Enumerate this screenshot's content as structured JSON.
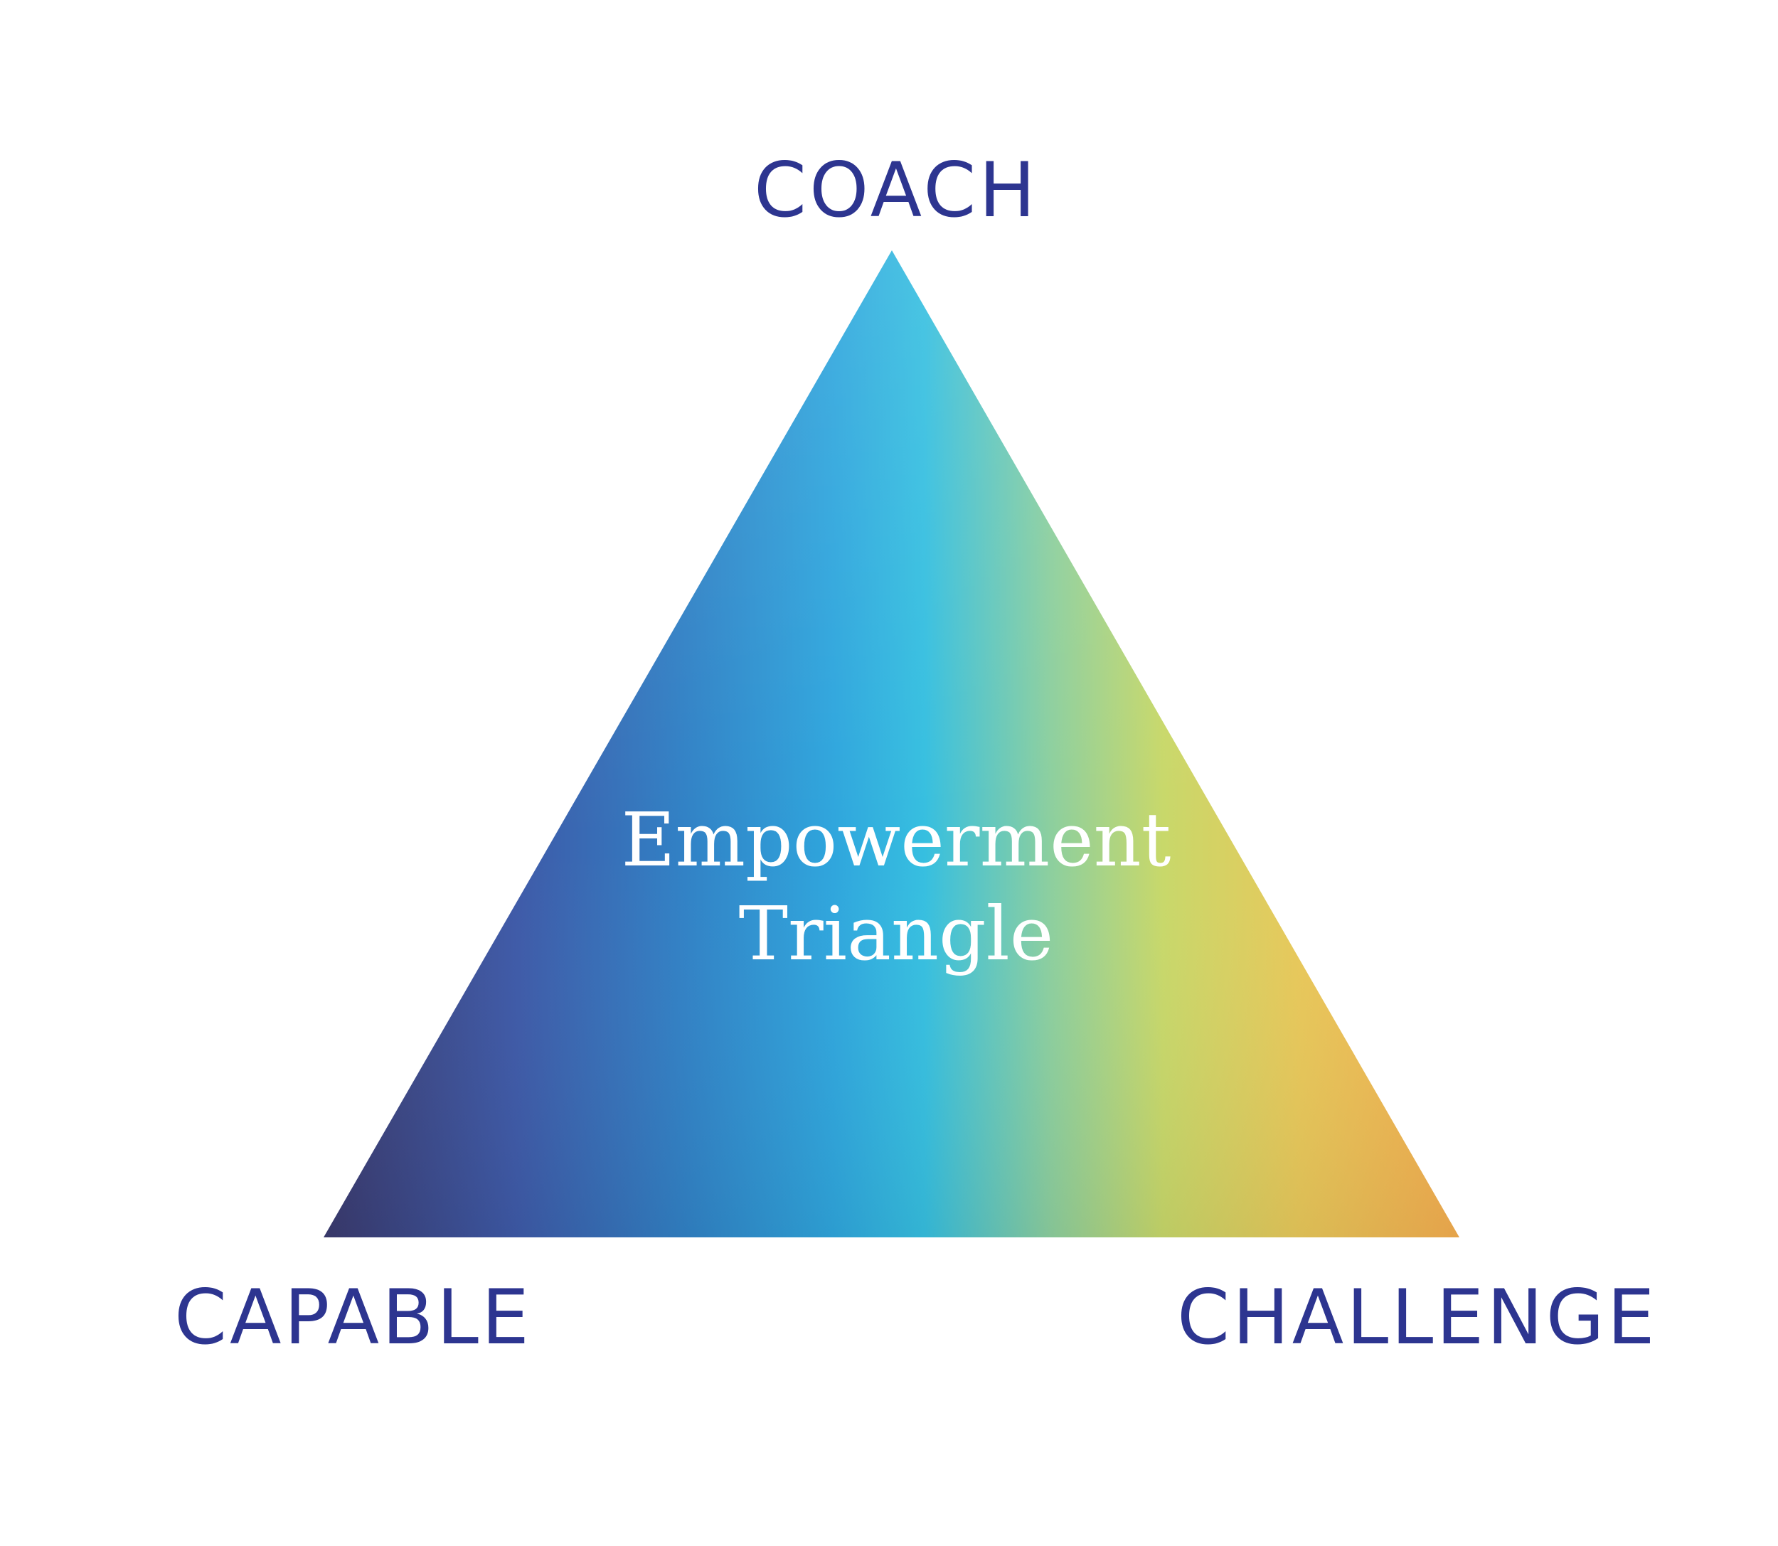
{
  "diagram": {
    "vertices": {
      "top": "COACH",
      "bottom_left": "CAPABLE",
      "bottom_right": "CHALLENGE"
    },
    "center_title": {
      "line1": "Empowerment",
      "line2": "Triangle"
    }
  },
  "colors": {
    "label_text": "#2d3590",
    "center_text": "#ffffff",
    "gradient": [
      "#3a3a6e",
      "#3e5aa8",
      "#3182c6",
      "#2fa6dd",
      "#36bfe0",
      "#8ccf9f",
      "#c8d86a",
      "#e8c85a",
      "#f3ad4f"
    ]
  }
}
